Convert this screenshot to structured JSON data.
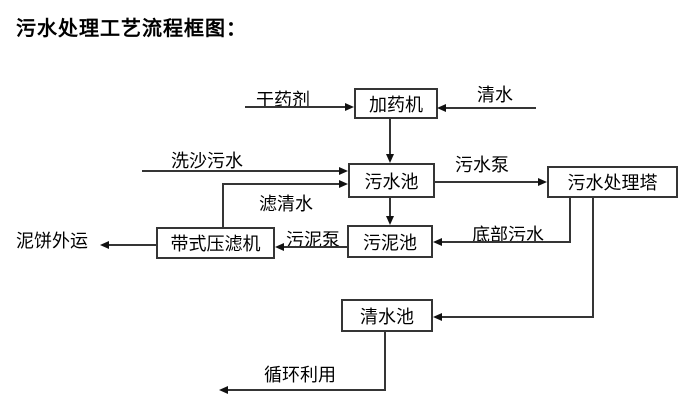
{
  "title": "污水处理工艺流程框图：",
  "colors": {
    "background": "#ffffff",
    "line": "#353535",
    "text": "#000000"
  },
  "nodes": {
    "dosing_machine": "加药机",
    "sewage_pool": "污水池",
    "treatment_tower": "污水处理塔",
    "sludge_pool": "污泥池",
    "belt_filter_press": "带式压滤机",
    "clean_water_pool": "清水池"
  },
  "flow_labels": {
    "dry_chemical": "干药剂",
    "clean_water": "清水",
    "sand_washing_sewage": "洗沙污水",
    "sewage_pump": "污水泵",
    "filtered_water": "滤清水",
    "sludge_pump": "污泥泵",
    "bottom_sewage": "底部污水",
    "mud_cake_outbound": "泥饼外运",
    "recycling": "循环利用"
  },
  "flows": [
    {
      "label": "干药剂",
      "from": "external",
      "to": "加药机"
    },
    {
      "label": "清水",
      "from": "external",
      "to": "加药机"
    },
    {
      "label": "",
      "from": "加药机",
      "to": "污水池"
    },
    {
      "label": "洗沙污水",
      "from": "external",
      "to": "污水池"
    },
    {
      "label": "滤清水",
      "from": "带式压滤机",
      "to": "污水池"
    },
    {
      "label": "污水泵",
      "from": "污水池",
      "to": "污水处理塔"
    },
    {
      "label": "",
      "from": "污水池",
      "to": "污泥池"
    },
    {
      "label": "底部污水",
      "from": "污水处理塔",
      "to": "污泥池"
    },
    {
      "label": "污泥泵",
      "from": "污泥池",
      "to": "带式压滤机"
    },
    {
      "label": "泥饼外运",
      "from": "带式压滤机",
      "to": "external"
    },
    {
      "label": "",
      "from": "污水处理塔",
      "to": "清水池"
    },
    {
      "label": "循环利用",
      "from": "清水池",
      "to": "external"
    }
  ]
}
